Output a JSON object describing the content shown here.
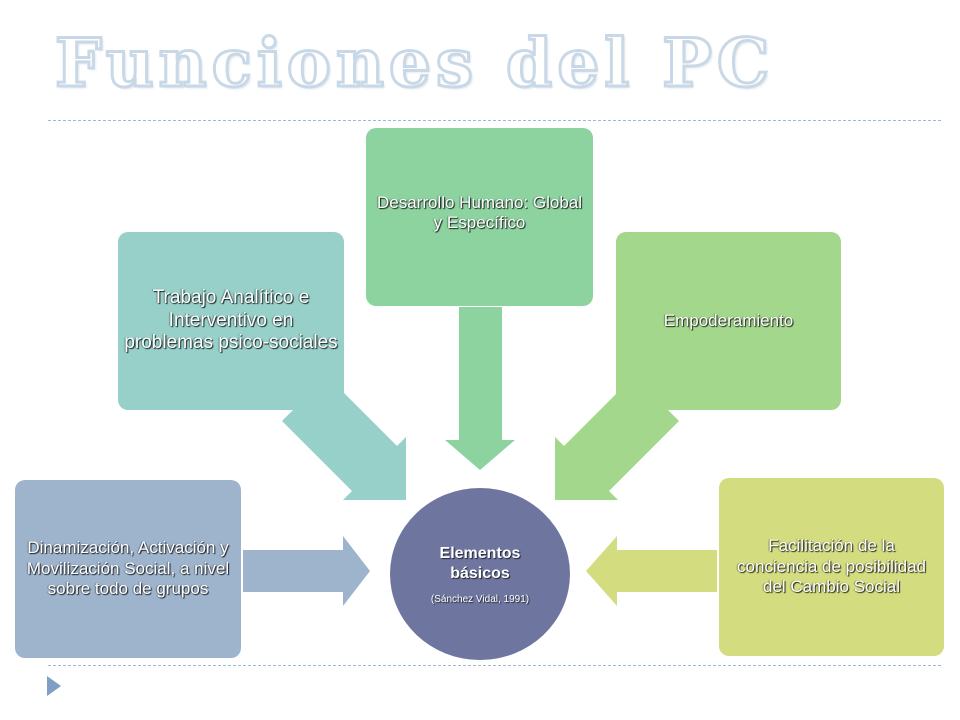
{
  "slide": {
    "title": "Funciones del PC"
  },
  "diagram": {
    "center": {
      "title": "Elementos básicos",
      "citation": "(Sánchez Vidal, 1991)",
      "color": "#6e76a0"
    },
    "nodes": [
      {
        "id": "dinamizacion",
        "label": "Dinamización, Activación y Movilización Social, a nivel sobre todo de grupos",
        "color": "#9eb4cd",
        "arrow_direction": "toward-center"
      },
      {
        "id": "trabajo-analitico",
        "label": "Trabajo Analítico e Interventivo en problemas psico-sociales",
        "color": "#96d0c9",
        "arrow_direction": "toward-center"
      },
      {
        "id": "desarrollo-humano",
        "label": "Desarrollo Humano: Global y Específico",
        "color": "#8dd3a0",
        "arrow_direction": "toward-center"
      },
      {
        "id": "empoderamiento",
        "label": "Empoderamiento",
        "color": "#a3d78b",
        "arrow_direction": "toward-center"
      },
      {
        "id": "facilitacion",
        "label": "Facilitación de la conciencia de posibilidad del Cambio Social",
        "color": "#d3dc7f",
        "arrow_direction": "toward-center"
      }
    ]
  }
}
